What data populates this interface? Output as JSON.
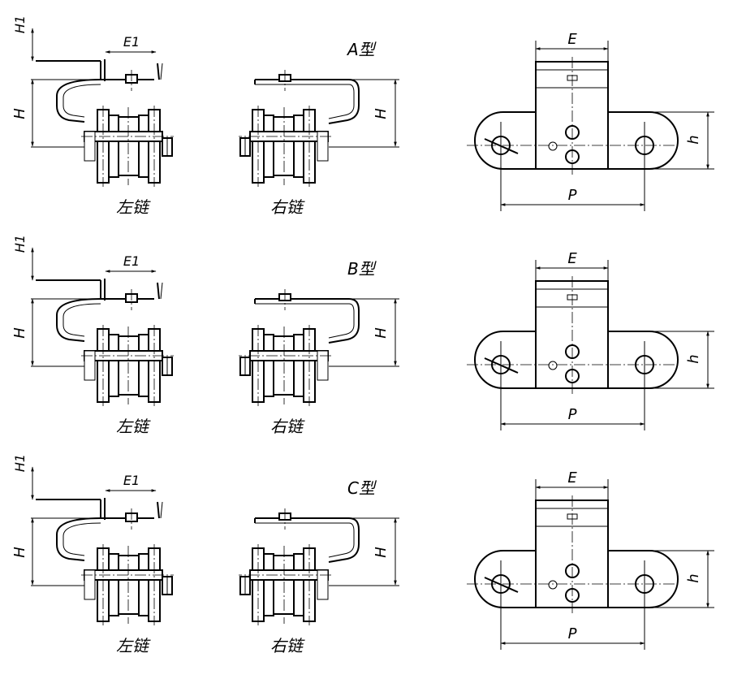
{
  "rows": [
    {
      "type_label": "A型",
      "left_caption": "左链",
      "right_caption": "右链",
      "dim_H1": "H1",
      "dim_H": "H",
      "dim_E1": "E1",
      "dim_Hr": "H",
      "dim_E": "E",
      "dim_h": "h",
      "dim_P": "P"
    },
    {
      "type_label": "B型",
      "left_caption": "左链",
      "right_caption": "右链",
      "dim_H1": "H1",
      "dim_H": "H",
      "dim_E1": "E1",
      "dim_Hr": "H",
      "dim_E": "E",
      "dim_h": "h",
      "dim_P": "P"
    },
    {
      "type_label": "C型",
      "left_caption": "左链",
      "right_caption": "右链",
      "dim_H1": "H1",
      "dim_H": "H",
      "dim_E1": "E1",
      "dim_Hr": "H",
      "dim_E": "E",
      "dim_h": "h",
      "dim_P": "P"
    }
  ]
}
